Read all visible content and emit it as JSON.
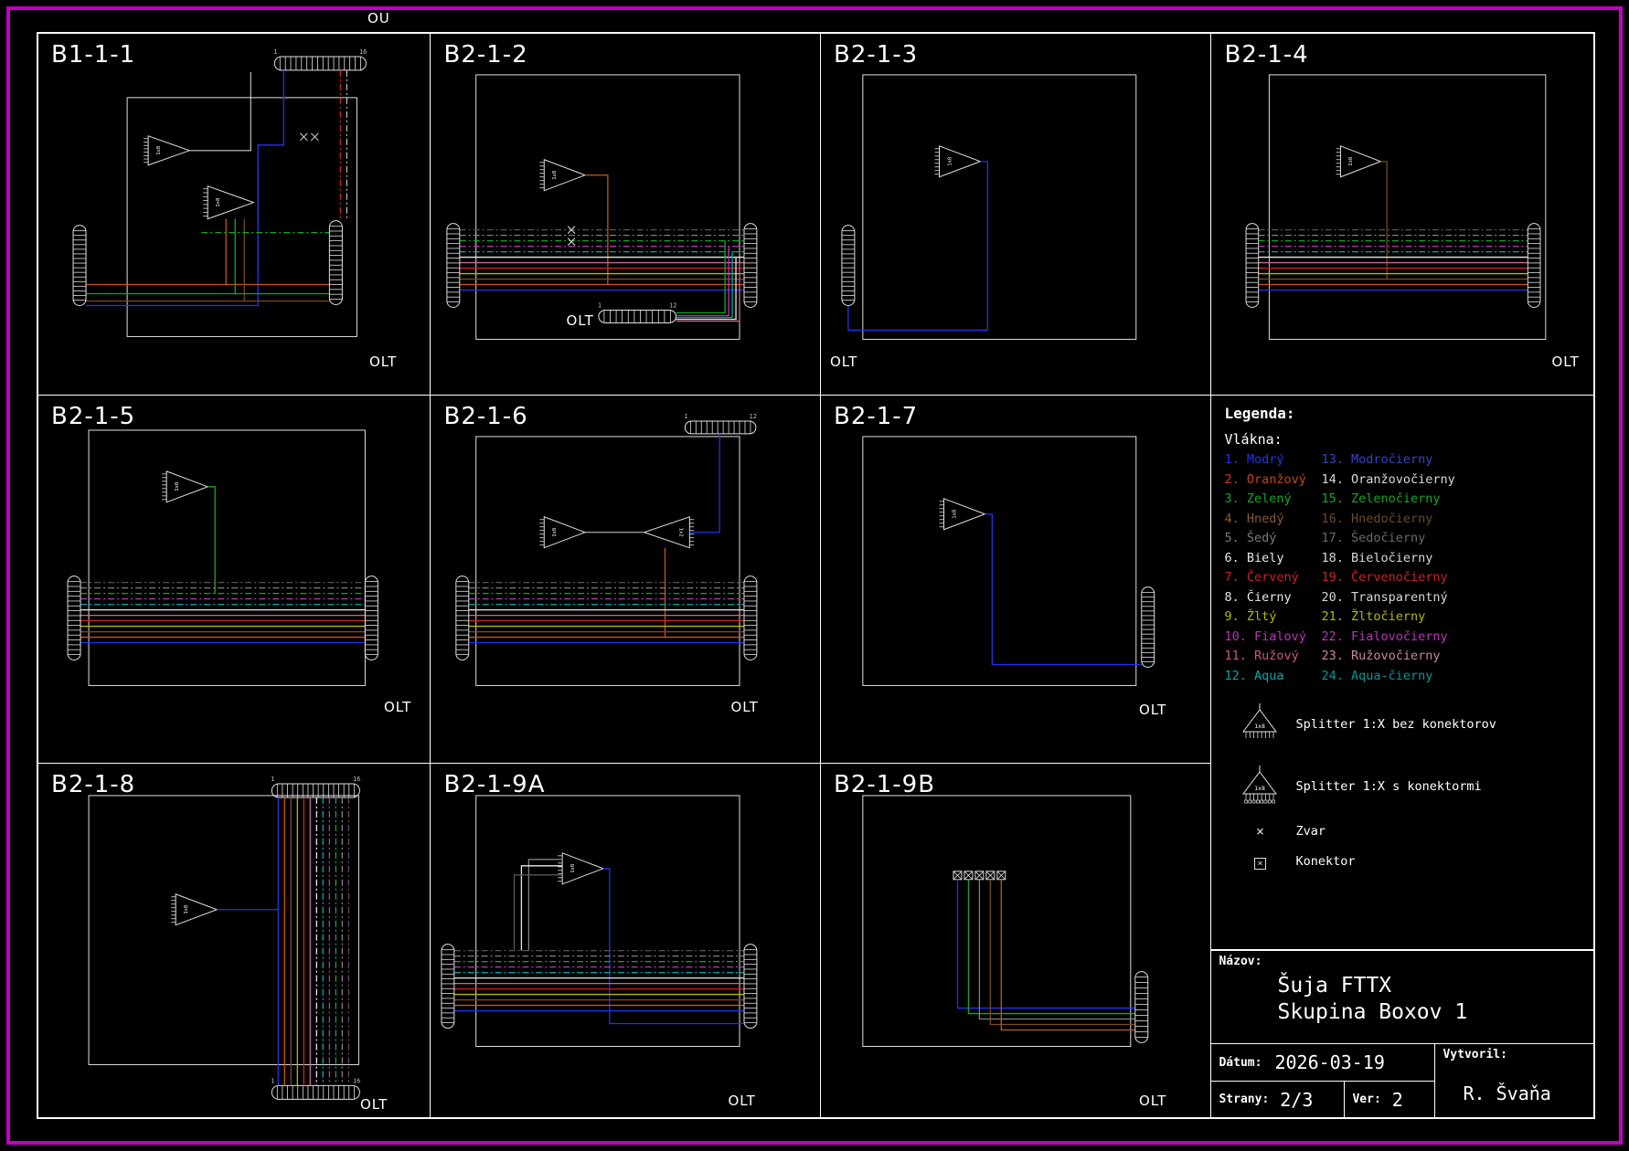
{
  "meta": {
    "background": "#000000",
    "frame_color": "#c400c4",
    "grid_color": "#ffffff"
  },
  "symbols": {
    "s8": "1x8",
    "s2": "1x2",
    "n1": "1",
    "n12": "12",
    "n16": "16"
  },
  "fiber_palette": [
    "#2233ee",
    "#cc5511",
    "#11aa22",
    "#7a4a22",
    "#808080",
    "#e8e8e8",
    "#cc2222",
    "#555555",
    "#b8b800",
    "#bb33bb",
    "#cc6699",
    "#00aaaa"
  ],
  "bundle_order": [
    8,
    5,
    3,
    10,
    12,
    6,
    11,
    7,
    9,
    4,
    2,
    1
  ],
  "panels": [
    {
      "label": "B1-1-1",
      "corner": "OU",
      "olt": "OLT"
    },
    {
      "label": "B2-1-2",
      "olt": "OLT"
    },
    {
      "label": "B2-1-3",
      "olt": "OLT"
    },
    {
      "label": "B2-1-4",
      "olt": "OLT"
    },
    {
      "label": "B2-1-5",
      "olt": "OLT"
    },
    {
      "label": "B2-1-6",
      "olt": "OLT"
    },
    {
      "label": "B2-1-7",
      "olt": "OLT"
    },
    {
      "label": "B2-1-8",
      "olt": "OLT"
    },
    {
      "label": "B2-1-9A",
      "olt": "OLT"
    },
    {
      "label": "B2-1-9B",
      "olt": "OLT"
    }
  ],
  "legend": {
    "title": "Legenda:",
    "subtitle": "Vlákna:",
    "fibers_left": [
      {
        "label": "1. Modrý",
        "color": "#2233ee"
      },
      {
        "label": "2. Oranžový",
        "color": "#cc4411"
      },
      {
        "label": "3. Zelený",
        "color": "#11aa22"
      },
      {
        "label": "4. Hnedý",
        "color": "#8a5a33"
      },
      {
        "label": "5. Šedý",
        "color": "#7a7a7a"
      },
      {
        "label": "6. Biely",
        "color": "#e8e8e8"
      },
      {
        "label": "7. Červený",
        "color": "#cc2222"
      },
      {
        "label": "8. Čierny",
        "color": "#e8e8e8"
      },
      {
        "label": "9. Žltý",
        "color": "#b8b800"
      },
      {
        "label": "10. Fialový",
        "color": "#bb33bb"
      },
      {
        "label": "11. Ružový",
        "color": "#cc5588"
      },
      {
        "label": "12. Aqua",
        "color": "#00aaaa"
      }
    ],
    "fibers_right": [
      {
        "label": "13. Modročierny",
        "color": "#3344cc"
      },
      {
        "label": "14. Oranžovočierny",
        "color": "#d8d8d8"
      },
      {
        "label": "15. Zelenočierny",
        "color": "#11aa22"
      },
      {
        "label": "16. Hnedočierny",
        "color": "#6a4a2a"
      },
      {
        "label": "17. Šedočierny",
        "color": "#6a6a6a"
      },
      {
        "label": "18. Bieločierny",
        "color": "#d8d8d8"
      },
      {
        "label": "19. Červenočierny",
        "color": "#cc2222"
      },
      {
        "label": "20. Transparentný",
        "color": "#d8d8d8"
      },
      {
        "label": "21. Žltočierny",
        "color": "#b8b800"
      },
      {
        "label": "22. Fialovočierny",
        "color": "#bb33bb"
      },
      {
        "label": "23. Ružovočierny",
        "color": "#cc8899"
      },
      {
        "label": "24. Aqua-čierny",
        "color": "#009999"
      }
    ],
    "splitter_no_conn": "Splitter 1:X bez konektorov",
    "splitter_conn": "Splitter 1:X s konektormi",
    "zvar_symbol": "×",
    "zvar": "Zvar",
    "konektor": "Konektor"
  },
  "title_block": {
    "nazov_label": "Názov:",
    "nazov_line1": "Šuja FTTX",
    "nazov_line2": "Skupina Boxov 1",
    "datum_label": "Dátum:",
    "datum": "2026-03-19",
    "vytvoril_label": "Vytvoril:",
    "vytvoril": "R. Švaňa",
    "strany_label": "Strany:",
    "strany": "2/3",
    "ver_label": "Ver:",
    "ver": "2"
  }
}
